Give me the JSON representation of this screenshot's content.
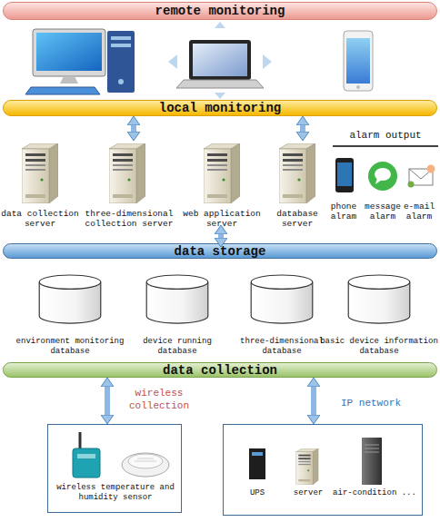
{
  "diagram": {
    "nodes": [
      {
        "text": [
          "remote monitoring"
        ]
      },
      {
        "text": [
          "local monitoring"
        ]
      },
      {
        "text": [
          "data collection server"
        ]
      },
      {
        "text": [
          "three-dimensional collection server"
        ]
      },
      {
        "text": [
          "web application server"
        ]
      },
      {
        "text": [
          "database server"
        ]
      },
      {
        "text": [
          "data storage"
        ]
      },
      {
        "text": [
          "environment monitoring database"
        ]
      },
      {
        "text": [
          "device running database"
        ]
      },
      {
        "text": [
          "three-dimensional database"
        ]
      },
      {
        "text": [
          "basic device information database"
        ]
      },
      {
        "text": [
          "data collection"
        ]
      },
      {
        "text": [
          "wireless temperature and humidity sensor"
        ]
      },
      {
        "text": [
          "UPS",
          "server",
          "air-condition ..."
        ]
      }
    ],
    "edges": [
      {
        "from": 1,
        "to": 3,
        "arrow": "both"
      },
      {
        "from": 1,
        "to": 5,
        "arrow": "both"
      },
      {
        "from": 4,
        "to": 6,
        "arrow": "both"
      },
      {
        "from": 11,
        "to": 12,
        "arrow": "both",
        "label": "wireless collection"
      },
      {
        "from": 11,
        "to": 13,
        "arrow": "both",
        "label": "IP network"
      }
    ],
    "labels": [
      "alarm output",
      "phone alram",
      "message alarm",
      "e-mail alarm"
    ]
  }
}
